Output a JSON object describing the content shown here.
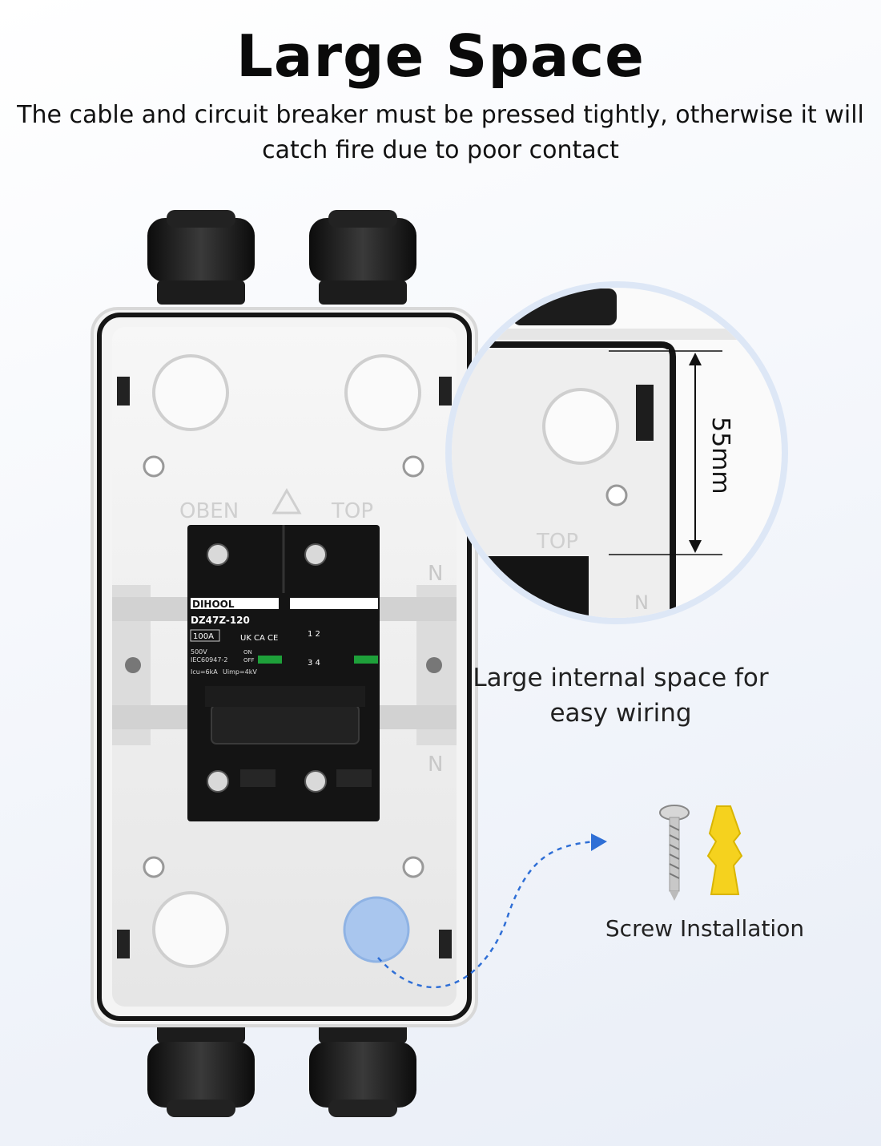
{
  "header": {
    "title": "Large Space",
    "subtitle": "The cable and circuit breaker must be pressed tightly, otherwise it will catch fire due to poor contact"
  },
  "enclosure": {
    "lid_text_left": "OBEN",
    "lid_text_right": "TOP",
    "neutral_mark": "N",
    "breaker": {
      "brand": "DIHOOL",
      "model": "DZ47Z-120",
      "rating": "100A",
      "marks": "UK CA  CE",
      "voltage": "500V",
      "standard": "IEC60947-2",
      "icu": "Icu=6kA",
      "uimp": "Uimp=4kV",
      "on_label": "ON",
      "off_label": "OFF",
      "terminals_top": "1  2",
      "terminals_bottom": "3  4"
    }
  },
  "zoom": {
    "measurement": "55mm",
    "lid_text": "TOP",
    "neutral_mark": "N"
  },
  "captions": {
    "space": "Large internal space for easy wiring",
    "screw": "Screw Installation"
  },
  "colors": {
    "background_top": "#ffffff",
    "background_bottom": "#e9eef7",
    "enclosure_black": "#151515",
    "enclosure_white": "#f2f2f2",
    "highlight_blue": "#a9c6ee",
    "arrow_blue": "#2f6fd6",
    "plug_yellow": "#f5d21e",
    "zoom_ring": "#dde7f6",
    "breaker_green": "#1ea03a"
  }
}
